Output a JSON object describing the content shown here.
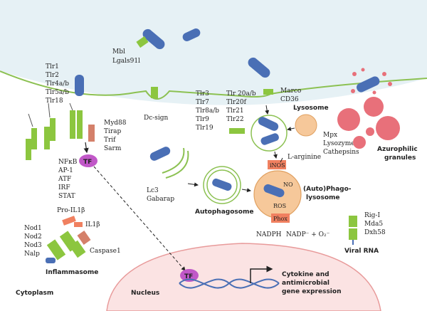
{
  "labels": {
    "mbl": "Mbl",
    "lgals": "Lgals91l",
    "dcsign": "Dc-sign",
    "tlr_list": [
      "Tlr1",
      "Tlr2",
      "Tlr4a/b",
      "Tlr5a/b",
      "Tlr18"
    ],
    "myd_list": [
      "Myd88",
      "Tirap",
      "Trif",
      "Sarm"
    ],
    "tf_list": [
      "NFκB",
      "AP-1",
      "ATF",
      "IRF",
      "STAT"
    ],
    "tf": "TF",
    "tlr_endo_left": [
      "Tlr3",
      "Tlr7",
      "Tlr8a/b",
      "Tlr9",
      "Tlr19"
    ],
    "tlr_endo_right": [
      "Tlr 20a/b",
      "Tlr20f",
      "Tlr21",
      "Tlr22"
    ],
    "marco": "Marco",
    "cd36": "CD36",
    "lysosome": "Lysosome",
    "lyso_contents": [
      "Mpx",
      "Lysozyme",
      "Cathepsins"
    ],
    "azurophilic": [
      "Azurophilic",
      "granules"
    ],
    "larginine": "L-arginine",
    "inos": "iNOS",
    "no": "NO",
    "ros": "ROS",
    "phox": "Phox",
    "nadph": "NADPH",
    "nadp": "NADP⁻ + O₂⁻",
    "phagolyso": [
      "(Auto)Phago-",
      "lysosome"
    ],
    "lc3": "Lc3",
    "gabarap": "Gabarap",
    "autophagosome": "Autophagosome",
    "rig_list": [
      "Rig-I",
      "Mda5",
      "Dxh58"
    ],
    "viral_rna": "Viral RNA",
    "nod_list": [
      "Nod1",
      "Nod2",
      "Nod3",
      "Nalp"
    ],
    "pro_il1b": "Pro-IL1β",
    "il1b": "IL1β",
    "caspase1": "Caspase1",
    "inflammasome": "Inflammasome",
    "cytoplasm": "Cytoplasm",
    "nucleus": "Nucleus",
    "cytokine": [
      "Cytokine and",
      "antimicrobial",
      "gene expression"
    ]
  },
  "colors": {
    "membrane_fill": "#e6f1f5",
    "membrane_line": "#8cc152",
    "receptor_green": "#8cc63f",
    "bacteria_blue": "#4a6fb5",
    "tf_purple": "#c158c8",
    "phago_orange": "#f6c89a",
    "inos_red": "#f08060",
    "azurophilic_red": "#e8707a",
    "nucleus_pink": "#fbe3e3"
  }
}
